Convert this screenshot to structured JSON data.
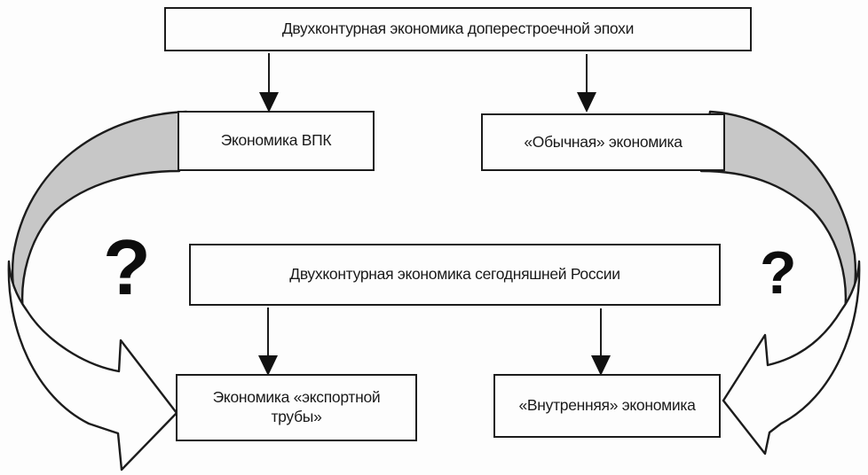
{
  "diagram": {
    "title_context": "Двухконтурная экономика",
    "colors": {
      "background": "#fdfdfd",
      "line": "#1c1c1c",
      "gray_band_fill": "#c7c7c7",
      "white_band_fill": "#fdfdfd"
    },
    "boxes": {
      "top": {
        "label": "Двухконтурная экономика доперестроечной эпохи"
      },
      "vpk": {
        "label": "Экономика ВПК"
      },
      "ordinary": {
        "label": "«Обычная» экономика"
      },
      "middle": {
        "label": "Двухконтурная экономика сегодняшней России"
      },
      "export": {
        "label": "Экономика «экспортной\nтрубы»"
      },
      "internal": {
        "label": "«Внутренняя» экономика"
      }
    },
    "question_left": "?",
    "question_right": "?",
    "connections": [
      "top -> vpk",
      "top -> ordinary",
      "middle -> export",
      "middle -> internal",
      "vpk ~curved~> export",
      "ordinary ~curved~> internal"
    ]
  }
}
